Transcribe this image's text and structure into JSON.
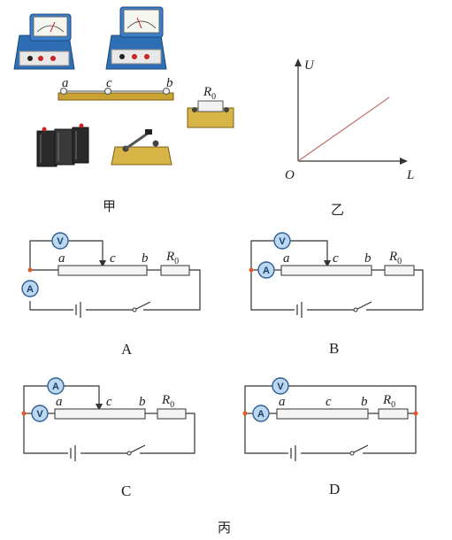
{
  "top": {
    "caption_jia": "甲",
    "caption_yi": "乙",
    "rod_labels": {
      "a": "a",
      "c": "c",
      "b": "b"
    },
    "resistor_label": "R",
    "resistor_sub": "0",
    "graph": {
      "y_label": "U",
      "x_label": "L",
      "origin": "O"
    }
  },
  "circuits": [
    {
      "id": "A",
      "caption": "A",
      "top_meter": "V",
      "side_meter": "A",
      "labels": {
        "a": "a",
        "c": "c",
        "b": "b",
        "r": "R",
        "r_sub": "0"
      }
    },
    {
      "id": "B",
      "caption": "B",
      "top_meter": "V",
      "side_meter": "A",
      "labels": {
        "a": "a",
        "c": "c",
        "b": "b",
        "r": "R",
        "r_sub": "0"
      }
    },
    {
      "id": "C",
      "caption": "C",
      "top_meter": "A",
      "side_meter": "V",
      "labels": {
        "a": "a",
        "c": "c",
        "b": "b",
        "r": "R",
        "r_sub": "0"
      }
    },
    {
      "id": "D",
      "caption": "D",
      "top_meter": "V",
      "side_meter": "A",
      "labels": {
        "a": "a",
        "c": "c",
        "b": "b",
        "r": "R",
        "r_sub": "0"
      }
    }
  ],
  "caption_bing": "丙",
  "colors": {
    "meter_fill": "#bcd7f0",
    "node": "#e05a2a",
    "graph_line": "#c0706e"
  }
}
